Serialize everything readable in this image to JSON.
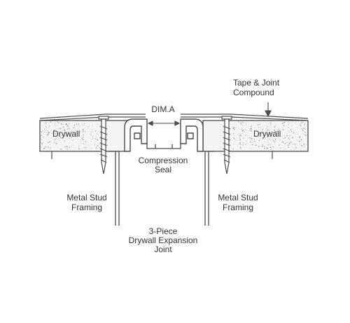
{
  "labels": {
    "tape_joint_line1": "Tape & Joint",
    "tape_joint_line2": "Compound",
    "dim_a": "DIM.A",
    "drywall_left": "Drywall",
    "drywall_right": "Drywall",
    "compression_line1": "Compression",
    "compression_line2": "Seal",
    "stud_left_line1": "Metal Stud",
    "stud_left_line2": "Framing",
    "stud_right_line1": "Metal Stud",
    "stud_right_line2": "Framing",
    "joint_line1": "3-Piece",
    "joint_line2": "Drywall Expansion",
    "joint_line3": "Joint"
  },
  "colors": {
    "line": "#4a4a4a",
    "text": "#333333",
    "drywall_fill": "#f4f4f4",
    "speckle": "#9a9a9a"
  }
}
